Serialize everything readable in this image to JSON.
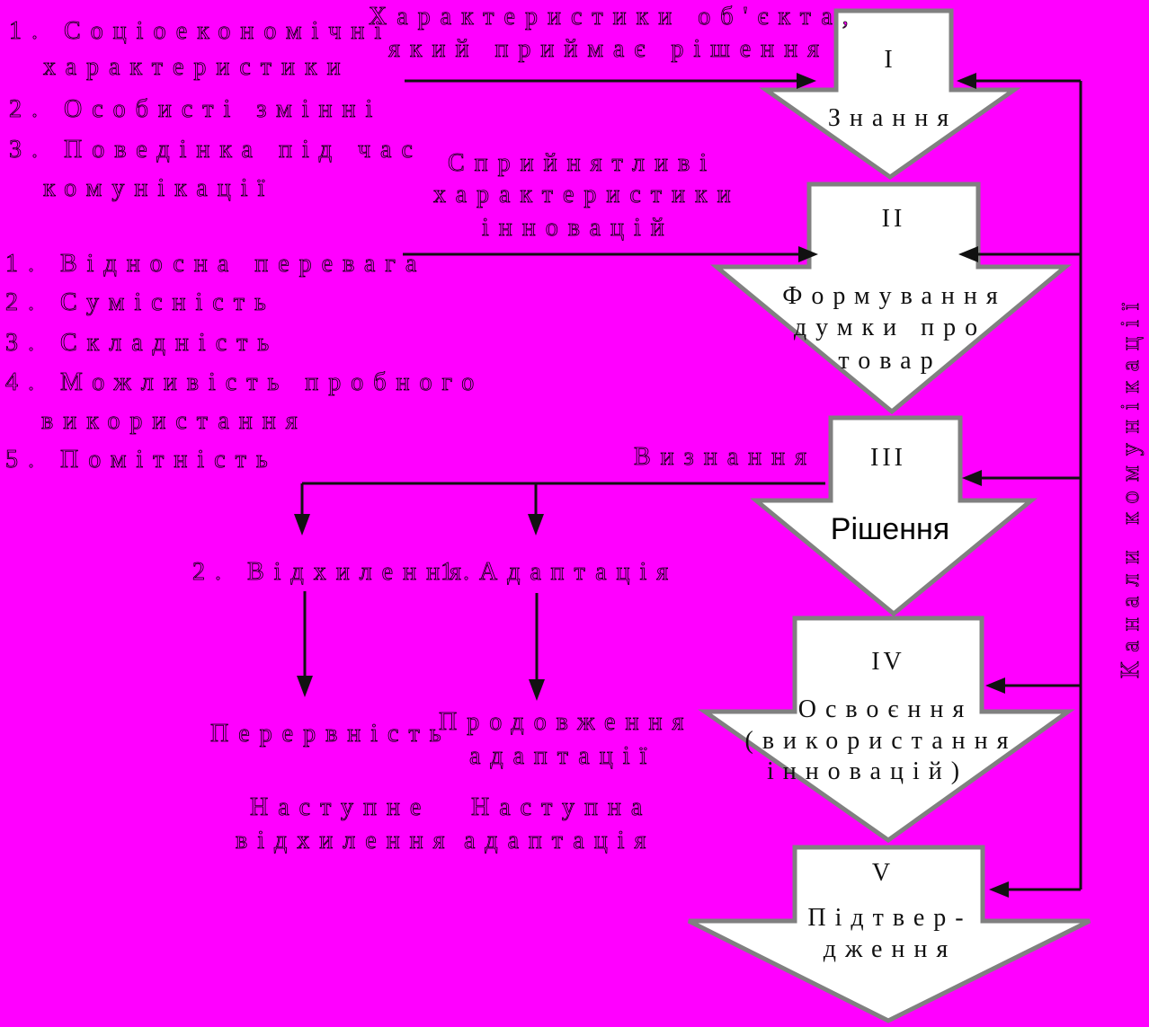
{
  "left_lists": {
    "object_characteristics": [
      "1. Соціоекономічні",
      "характеристики",
      "2. Особисті змінні",
      "3. Поведінка під час",
      "комунікації"
    ],
    "innovation_characteristics": [
      "1. Відносна перевага",
      "2. Сумісність",
      "3. Складність",
      "4. Можливість пробного",
      "використання",
      "5. Помітність"
    ]
  },
  "inputs": {
    "object_label": [
      "Характеристики об'єкта,",
      "який приймає рішення"
    ],
    "perceived_label": [
      "Сприйнятливі",
      "характеристики",
      "інновацій"
    ]
  },
  "stages": [
    {
      "roman": "I",
      "lines": [
        "Знання"
      ]
    },
    {
      "roman": "II",
      "lines": [
        "Формування",
        "думки про",
        "товар"
      ]
    },
    {
      "roman": "III",
      "lines": [
        "Рішення"
      ]
    },
    {
      "roman": "IV",
      "lines": [
        "Освоєння",
        "(використання",
        "інновацій)"
      ]
    },
    {
      "roman": "V",
      "lines": [
        "Підтвер-",
        "дження"
      ]
    }
  ],
  "decision": {
    "recognition": "Визнання",
    "rejection": "2. Відхилення",
    "adoption": "1.Адаптація",
    "discontinuance": "Перервність",
    "continued_adoption": [
      "Продовження",
      "адаптації"
    ],
    "later_rejection": [
      "Наступне",
      "відхилення"
    ],
    "later_adoption": [
      "Наступна",
      "адаптація"
    ]
  },
  "channels_label": "Канали комунікації"
}
